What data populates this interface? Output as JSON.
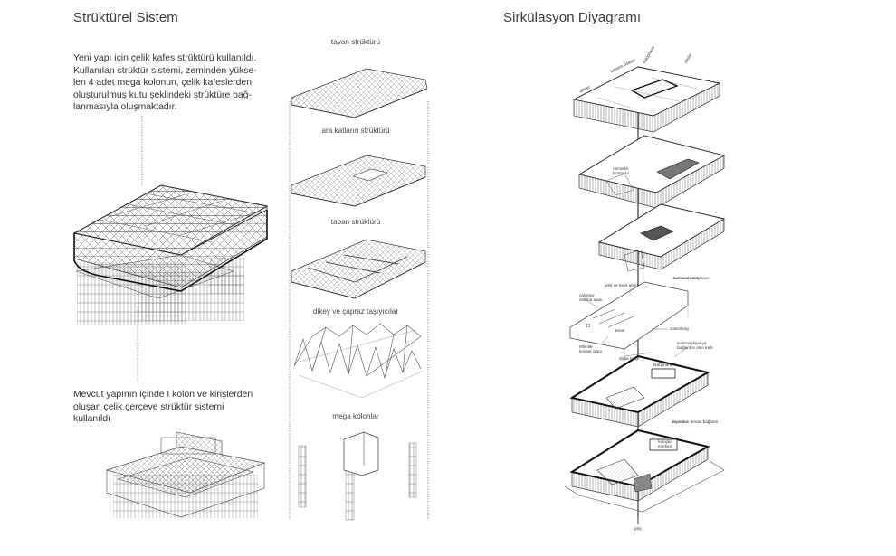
{
  "left": {
    "title": "Strüktürel Sistem",
    "intro": [
      "Yeni yapı için çelik kafes strüktürü kullanıldı.",
      "Kullanılan strüktür sistemi, zeminden yükse-",
      "len 4 adet mega kolonun, çelik kafeslerden",
      "oluşturulmuş kutu şeklindeki strüktüre bağ-",
      "lanmasıyla oluşmaktadır."
    ],
    "existing": [
      "Mevcut yapının içinde I kolon ve kirişlerden",
      "oluşan çelik çerçeve strüktür sistemi",
      "kullanıldı"
    ]
  },
  "exploded": {
    "layers": [
      "tavan strüktürü",
      "ara katların strüktürü",
      "taban strüktürü",
      "dikey ve çapraz taşıyıcılar",
      "mega kolonlar"
    ]
  },
  "right": {
    "title": "Sirkülasyon Diyagramı",
    "labels": {
      "ofisler_top": "ofisler",
      "ofisler_bottom": "ofisler",
      "toplanti": "toplantı odaları",
      "kutuphane_upper": "kütüphane",
      "mimarlik_studyosu": "mimarlık stüdyosu",
      "kamusal_kutuphane": "kamusal kütüphane",
      "giris_kayit": "giriş ve kayıt alanı",
      "calisma": "çalışma-oturma alanı",
      "coworking": "coworking",
      "teras": "teras",
      "etkinlik": "etkinlik-konser alanı",
      "dijital_sergi": "dijital sergi",
      "disariya_kafe": "sadece dışarıya bağlantısı olan kafe",
      "kutuphane_lower": "kütüphane",
      "depreden_teras": "depreden terasa bağlantı",
      "kuluck_merkezi": "kuluçka merkezi",
      "giris": "giriş"
    }
  }
}
